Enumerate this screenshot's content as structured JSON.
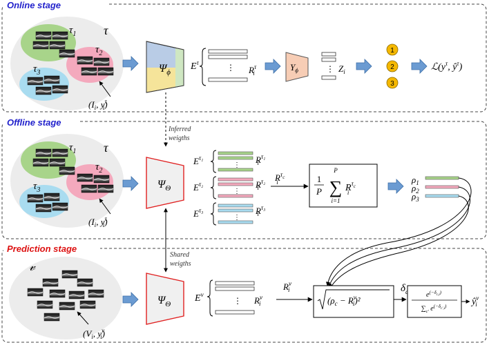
{
  "stages": {
    "online": "Online stage",
    "offline": "Offline stage",
    "prediction": "Prediction stage"
  },
  "colors": {
    "online_title": "#2222cc",
    "offline_title": "#2222cc",
    "prediction_title": "#dd1111",
    "task1_green": "#a8d48a",
    "task2_pink": "#f4a9bd",
    "task3_blue": "#a9dcf0",
    "arrow_blue": "#6b9bd2",
    "circle_gold": "#f5b800",
    "encoder_red": "#e02020",
    "gamma_peach": "#f7cdb5"
  },
  "online": {
    "task_set": "τ",
    "task1": "τ",
    "task1_sub": "1",
    "task2": "τ",
    "task2_sub": "2",
    "task3": "τ",
    "task3_sub": "3",
    "sample": "(I",
    "sample_sub": "i",
    "sample_mid": ", y",
    "sample_sup": "τ",
    "sample_sub2": "i",
    "sample_end": ")",
    "encoder": "Ψ",
    "encoder_sub": "ϕ",
    "embed": "E",
    "embed_sup": "τ",
    "rep": "R",
    "rep_sup": "τ",
    "rep_sub": "i",
    "gamma": "Υ",
    "gamma_sub": "ϕ",
    "z": "Z",
    "z_sub": "i",
    "circles": [
      "1",
      "2",
      "3"
    ],
    "loss": "ℒ(y",
    "loss_sup1": "τ",
    "loss_mid": ", ŷ",
    "loss_sup2": "τ",
    "loss_end": ")"
  },
  "connectors": {
    "inferred_line1": "Inferred",
    "inferred_line2": "weigths",
    "shared_line1": "Shared",
    "shared_line2": "weigths"
  },
  "offline": {
    "task_set": "τ",
    "task1": "τ",
    "task1_sub": "1",
    "task2": "τ",
    "task2_sub": "2",
    "task3": "τ",
    "task3_sub": "3",
    "sample": "(I",
    "sample_sub": "i",
    "sample_mid": ", y",
    "sample_sup": "τ",
    "sample_sub2": "i",
    "sample_end": ")",
    "encoder": "Ψ",
    "encoder_sub": "Θ",
    "embeds": [
      {
        "label": "E",
        "sup": "τ₁",
        "rep": "R",
        "rep_sup": "τ₁",
        "rep_sub": "i"
      },
      {
        "label": "E",
        "sup": "τ₂",
        "rep": "R",
        "rep_sup": "τ₂",
        "rep_sub": "i"
      },
      {
        "label": "E",
        "sup": "τ₃",
        "rep": "R",
        "rep_sup": "τ₃",
        "rep_sub": "i"
      }
    ],
    "arrow_label": "R",
    "arrow_label_sup": "τ",
    "arrow_label_sup_sub": "c",
    "arrow_label_sub": "i",
    "mean_frac_num": "1",
    "mean_frac_den": "P",
    "mean_sum_top": "P",
    "mean_sum": "∑",
    "mean_sum_bottom": "i=1",
    "mean_term": "R",
    "mean_term_sup": "τ",
    "mean_term_sup_sub": "c",
    "mean_term_sub": "i",
    "protos": [
      {
        "label": "ρ",
        "sub": "1"
      },
      {
        "label": "ρ",
        "sub": "2"
      },
      {
        "label": "ρ",
        "sub": "3"
      }
    ]
  },
  "prediction": {
    "query_set": "𝓋",
    "sample": "(V",
    "sample_sub": "i",
    "sample_mid": ", y",
    "sample_sup": "ν",
    "sample_sub2": "i",
    "sample_end": ")",
    "encoder": "Ψ",
    "encoder_sub": "Θ",
    "embed": "E",
    "embed_sup": "ν",
    "rep": "R",
    "rep_sup": "ν",
    "rep_sub": "i",
    "arrow_label": "R",
    "arrow_label_sup": "ν",
    "arrow_label_sub": "i",
    "dist_formula": "(ρ",
    "dist_formula_sub": "c",
    "dist_formula_mid": " − R",
    "dist_formula_sup": "ν",
    "dist_formula_sub2": "i",
    "dist_formula_end": ")²",
    "delta": "δ",
    "delta_sub": "c,i",
    "softmax_num": "e",
    "softmax_num_sup": "(−δ",
    "softmax_num_sup_sub": "c,i",
    "softmax_num_sup_end": ")",
    "softmax_den_sum": "∑",
    "softmax_den_sum_sub": "c′",
    "softmax_den": " e",
    "softmax_den_sup": "(−δ",
    "softmax_den_sup_sub": "c′,i",
    "softmax_den_sup_end": ")",
    "output": "ŷ",
    "output_sup": "ν",
    "output_sub": "i"
  }
}
